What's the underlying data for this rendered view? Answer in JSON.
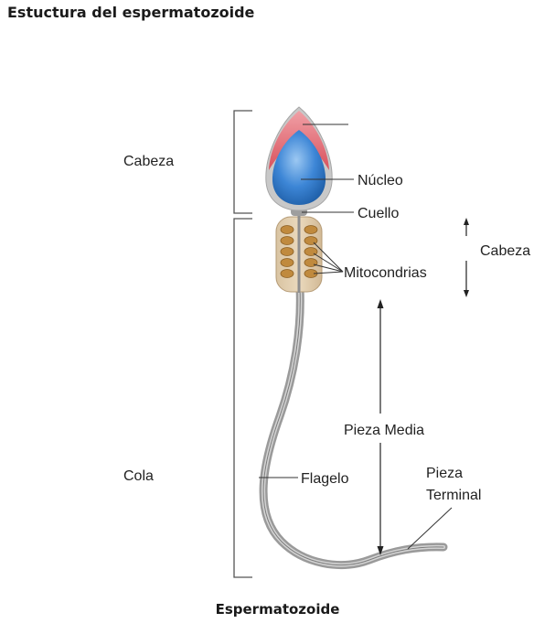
{
  "title": "Estuctura del espermatozoide",
  "caption": "Espermatozoide",
  "regions": {
    "head": "Cabeza",
    "tail": "Cola"
  },
  "labels": {
    "nucleus": "Núcleo",
    "neck": "Cuello",
    "mitochondria": "Mitocondrias",
    "flagellum": "Flagelo",
    "head_length": "Cabeza",
    "midpiece": "Pieza Media",
    "end_piece_line1": "Pieza",
    "end_piece_line2": "Terminal"
  },
  "colors": {
    "acrosome": "#e0606a",
    "nucleus": "#3d86d6",
    "membrane": "#b8b8b8",
    "mitochondria": "#c08a3e",
    "line": "#333333"
  }
}
